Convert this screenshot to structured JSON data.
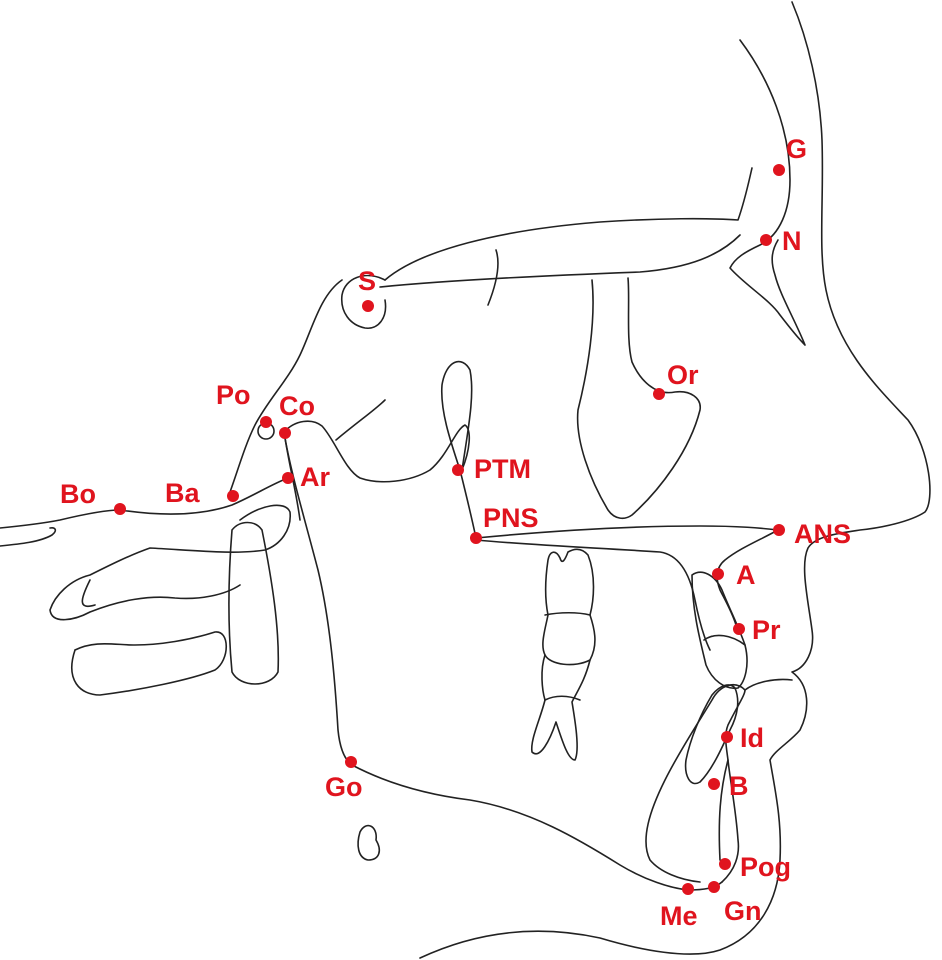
{
  "diagram": {
    "accent_color": "#e0141e",
    "landmarks": [
      {
        "id": "G",
        "label": "G"
      },
      {
        "id": "N",
        "label": "N"
      },
      {
        "id": "S",
        "label": "S"
      },
      {
        "id": "Or",
        "label": "Or"
      },
      {
        "id": "Po",
        "label": "Po"
      },
      {
        "id": "Co",
        "label": "Co"
      },
      {
        "id": "Ar",
        "label": "Ar"
      },
      {
        "id": "PTM",
        "label": "PTM"
      },
      {
        "id": "Bo",
        "label": "Bo"
      },
      {
        "id": "Ba",
        "label": "Ba"
      },
      {
        "id": "PNS",
        "label": "PNS"
      },
      {
        "id": "ANS",
        "label": "ANS"
      },
      {
        "id": "A",
        "label": "A"
      },
      {
        "id": "Pr",
        "label": "Pr"
      },
      {
        "id": "Id",
        "label": "Id"
      },
      {
        "id": "B",
        "label": "B"
      },
      {
        "id": "Go",
        "label": "Go"
      },
      {
        "id": "Pog",
        "label": "Pog"
      },
      {
        "id": "Me",
        "label": "Me"
      },
      {
        "id": "Gn",
        "label": "Gn"
      }
    ]
  }
}
